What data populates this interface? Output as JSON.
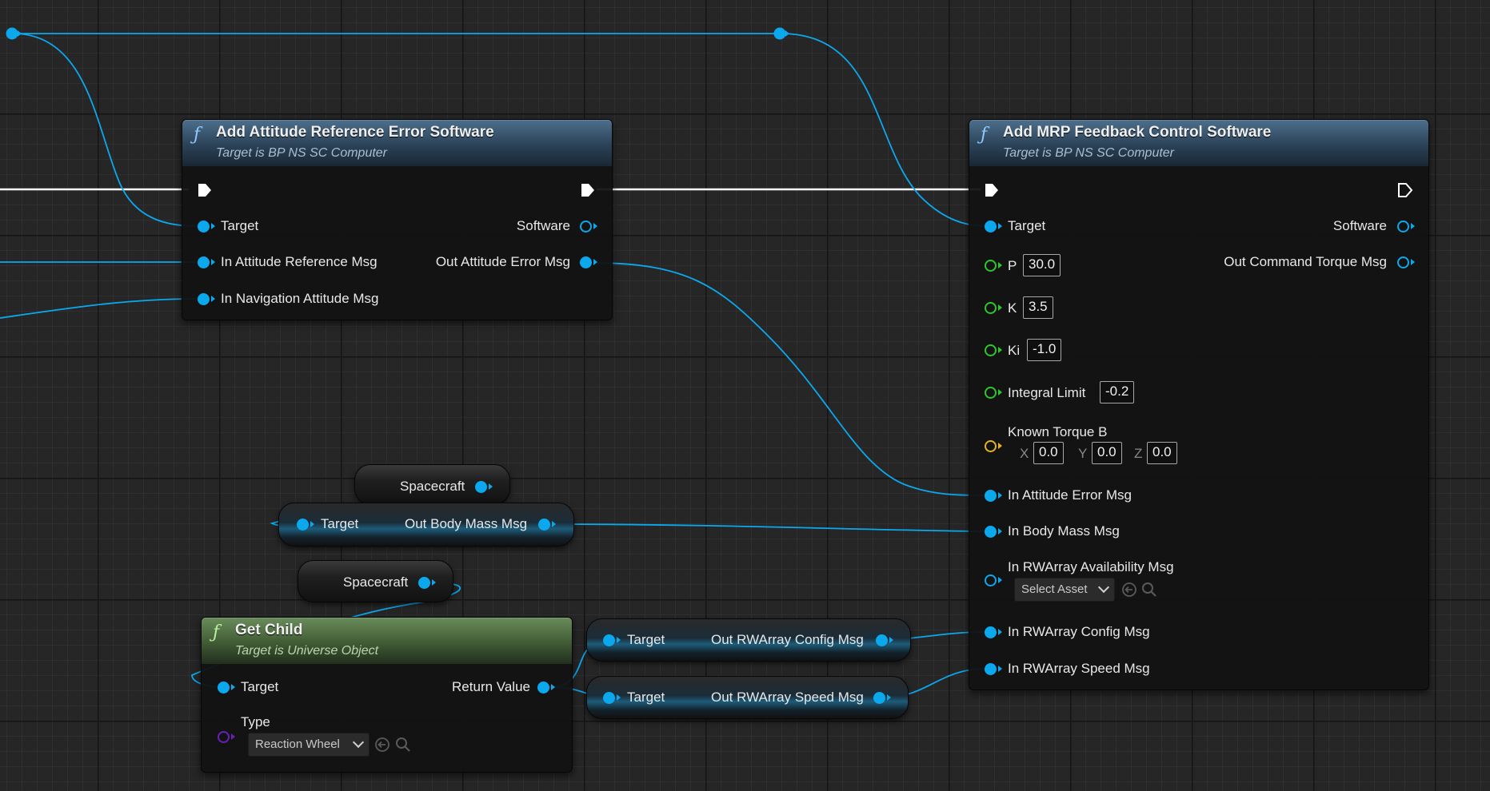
{
  "colors": {
    "object_wire": "#0ca8ee",
    "exec_wire": "#ffffff",
    "float_pin": "#2cc72c",
    "vector_pin": "#e5b322",
    "class_pin": "#6a1fb8",
    "function_header": "#2b4257",
    "pure_header": "#405b35",
    "background": "#262626"
  },
  "icons": {
    "function_icon": "f",
    "exec_pin": "exec-arrow",
    "object_pin": "circle",
    "browse_icon": "arrow-left-circle",
    "search_icon": "magnifier"
  },
  "attitude_node": {
    "title": "Add Attitude Reference Error Software",
    "subtitle": "Target is BP NS SC Computer",
    "in_target": "Target",
    "in_ref_msg": "In Attitude Reference Msg",
    "in_nav_msg": "In Navigation Attitude Msg",
    "out_software": "Software",
    "out_error_msg": "Out Attitude Error Msg"
  },
  "mrp_node": {
    "title": "Add MRP Feedback Control Software",
    "subtitle": "Target is BP NS SC Computer",
    "in_target": "Target",
    "p_label": "P",
    "p_value": "30.0",
    "k_label": "K",
    "k_value": "3.5",
    "ki_label": "Ki",
    "ki_value": "-1.0",
    "integral_label": "Integral Limit",
    "integral_value": "-0.2",
    "known_torque_label": "Known Torque B",
    "x_label": "X",
    "x_value": "0.0",
    "y_label": "Y",
    "y_value": "0.0",
    "z_label": "Z",
    "z_value": "0.0",
    "in_error_msg": "In Attitude Error Msg",
    "in_body_mass_msg": "In Body Mass Msg",
    "in_availability_msg": "In RWArray Availability Msg",
    "select_asset": "Select Asset",
    "in_config_msg": "In RWArray Config Msg",
    "in_speed_msg": "In RWArray Speed Msg",
    "out_software": "Software",
    "out_torque_msg": "Out Command Torque Msg"
  },
  "spacecraft_var_1": {
    "label": "Spacecraft"
  },
  "body_mass_node": {
    "in_target": "Target",
    "out_label": "Out Body Mass Msg"
  },
  "spacecraft_var_2": {
    "label": "Spacecraft"
  },
  "get_child_node": {
    "title": "Get Child",
    "subtitle": "Target is Universe Object",
    "in_target": "Target",
    "out_return": "Return Value",
    "type_label": "Type",
    "type_value": "Reaction Wheel"
  },
  "rw_config_node": {
    "in_target": "Target",
    "out_label": "Out RWArray Config Msg"
  },
  "rw_speed_node": {
    "in_target": "Target",
    "out_label": "Out RWArray Speed Msg"
  }
}
